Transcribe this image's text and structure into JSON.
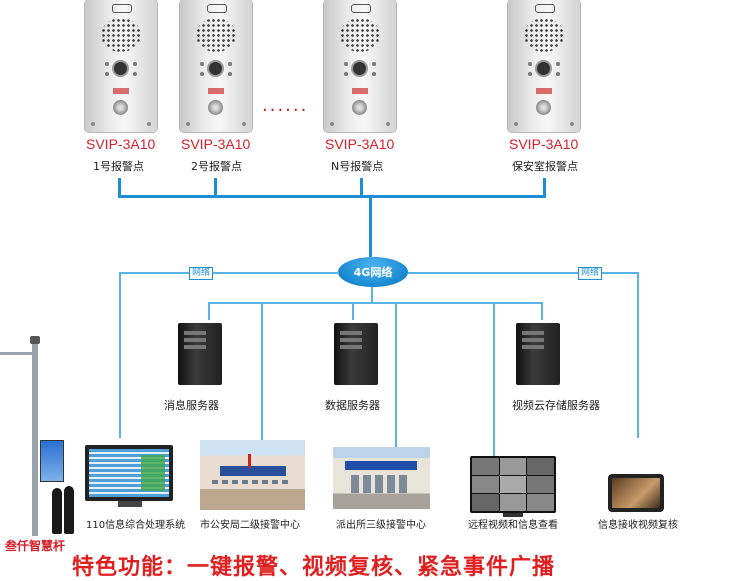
{
  "devices": [
    {
      "model": "SVIP-3A10",
      "label": "1号报警点"
    },
    {
      "model": "SVIP-3A10",
      "label": "2号报警点"
    },
    {
      "model": "SVIP-3A10",
      "label": "N号报警点"
    },
    {
      "model": "SVIP-3A10",
      "label": "保安室报警点"
    }
  ],
  "ellipsis": "······",
  "network": {
    "hub_label": "4G网络",
    "left_badge": "网络",
    "right_badge": "网络"
  },
  "servers": [
    {
      "label": "消息服务器"
    },
    {
      "label": "数据服务器"
    },
    {
      "label": "视频云存储服务器"
    }
  ],
  "endpoints": [
    {
      "label": "110信息综合处理系统"
    },
    {
      "label": "市公安局二级接警中心"
    },
    {
      "label": "派出所三级接警中心"
    },
    {
      "label": "远程视频和信息查看"
    },
    {
      "label": "信息接收视频复核"
    }
  ],
  "pole": {
    "label": "叁仟智慧杆"
  },
  "footer": {
    "text": "特色功能：一键报警、视频复核、紧急事件广播"
  },
  "colors": {
    "line": "#1e8fd6",
    "hub": "#1e8fd6",
    "model_text": "#d4202a",
    "footer_text": "#e02020"
  }
}
